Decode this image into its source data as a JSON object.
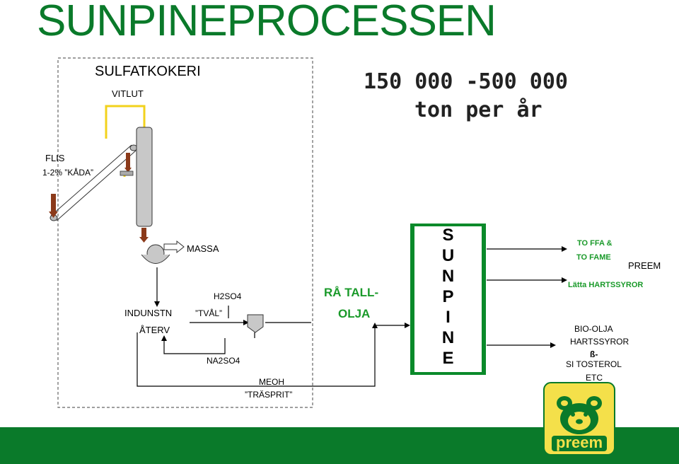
{
  "title": "SUNPINEPROCESSEN",
  "capacity": {
    "line1": "150 000 -500 000",
    "line2": "ton per år"
  },
  "sulfatkokeri": {
    "title": "SULFATKOKERI",
    "vitlut": "VITLUT",
    "flis": "FLIS",
    "kada": "1-2% ”KÅDA”"
  },
  "massa": "MASSA",
  "indunstn": {
    "line1": "INDUNSTN",
    "line2": "ÅTERV"
  },
  "h2so4": "H2SO4",
  "tval": "”TVÅL”",
  "na2so4": "NA2SO4",
  "meoh": {
    "line1": "MEOH",
    "line2": "”TRÄSPRIT”"
  },
  "ratallolja": {
    "line1": "RÅ TALL-",
    "line2": "OLJA"
  },
  "sunpine_letters": [
    "S",
    "U",
    "N",
    "P",
    "I",
    "N",
    "E"
  ],
  "outputs": {
    "to_ffa": "TO FFA &",
    "to_fame": "TO FAME",
    "preem": "PREEM",
    "latta": "Lätta HARTSSYROR",
    "bio_olja": "BIO-OLJA",
    "hartssyror": "HARTSSYROR",
    "beta": "ß-",
    "sitosterol": "SI TOSTEROL",
    "etc": "ETC"
  },
  "logo": {
    "text": "preem"
  },
  "colors": {
    "brand_green": "#0a7a2a",
    "accent_green": "#1a9a2a",
    "yellow_line": "#f2d21c",
    "arrow_brown": "#8b3a1a",
    "logo_yellow": "#f4e04a"
  }
}
